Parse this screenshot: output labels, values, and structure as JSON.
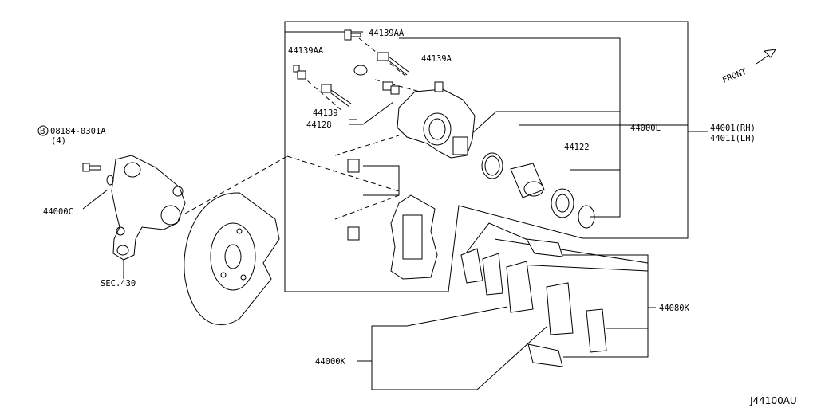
{
  "labels": {
    "p44139AA_top": "44139AA",
    "p44139AA_left": "44139AA",
    "p44139A": "44139A",
    "p44139": "44139",
    "p44128": "44128",
    "p44000L": "44000L",
    "p44122": "44122",
    "p44001": "44001(RH)",
    "p44011": "44011(LH)",
    "bolt_code": "08184-0301A",
    "bolt_qty": "(4)",
    "bolt_prefix": "B",
    "p44000C": "44000C",
    "sec430": "SEC.430",
    "p44080K": "44080K",
    "p44000K": "44000K",
    "front": "FRONT"
  },
  "diagram_id": "J44100AU"
}
